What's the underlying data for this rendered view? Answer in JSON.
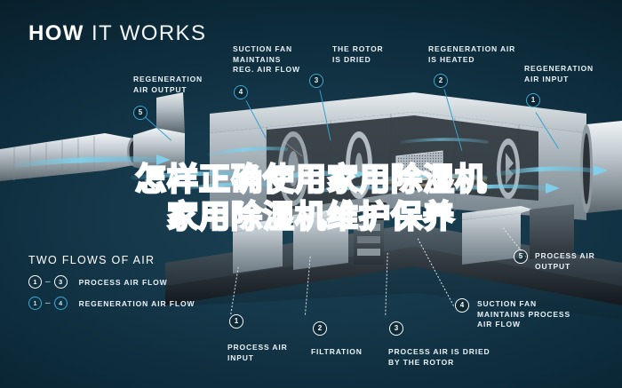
{
  "header": {
    "title_bold": "HOW",
    "title_light": "IT WORKS"
  },
  "colors": {
    "background": "#0a2431",
    "accent_cyan": "#3fa9d4",
    "marker_white": "#ffffff",
    "overlay_text": "#2f96d6",
    "overlay_outline": "#ffffff",
    "label_text": "#e9f2f7"
  },
  "callouts": [
    {
      "id": "regeneration-air-output",
      "number": "5",
      "style": "cyan",
      "label": "REGENERATION\nAIR OUTPUT"
    },
    {
      "id": "suction-fan-reg",
      "number": "4",
      "style": "cyan",
      "label": "SUCTION FAN\nMAINTAINS\nREG. AIR FLOW"
    },
    {
      "id": "rotor-is-dried",
      "number": "3",
      "style": "cyan",
      "label": "THE ROTOR\nIS DRIED"
    },
    {
      "id": "regeneration-air-heated",
      "number": "2",
      "style": "cyan",
      "label": "REGENERATION AIR\nIS HEATED"
    },
    {
      "id": "regeneration-air-input",
      "number": "1",
      "style": "cyan",
      "label": "REGENERATION\nAIR INPUT"
    },
    {
      "id": "process-air-output",
      "number": "5",
      "style": "white",
      "label": "PROCESS AIR\nOUTPUT"
    },
    {
      "id": "suction-fan-process",
      "number": "4",
      "style": "white",
      "label": "SUCTION FAN\nMAINTAINS PROCESS\nAIR FLOW"
    },
    {
      "id": "process-air-dried",
      "number": "3",
      "style": "white",
      "label": "PROCESS AIR IS DRIED\nBY THE ROTOR"
    },
    {
      "id": "filtration",
      "number": "2",
      "style": "white",
      "label": "FILTRATION"
    },
    {
      "id": "process-air-input",
      "number": "1",
      "style": "white",
      "label": "PROCESS AIR\nINPUT"
    }
  ],
  "legend": {
    "heading": "TWO FLOWS OF AIR",
    "rows": [
      {
        "from": "1",
        "to": "3",
        "dash": "–",
        "style": "white",
        "label": "PROCESS AIR FLOW"
      },
      {
        "from": "1",
        "to": "4",
        "dash": "–",
        "style": "cyan",
        "label": "REGENERATION AIR FLOW"
      }
    ]
  },
  "overlay": {
    "line1": "怎样正确使用家用除湿机",
    "line2": "家用除湿机维护保养"
  },
  "illustration": {
    "name": "desiccant-dehumidifier-cutaway",
    "airflow_color": "#6fc9e8"
  }
}
